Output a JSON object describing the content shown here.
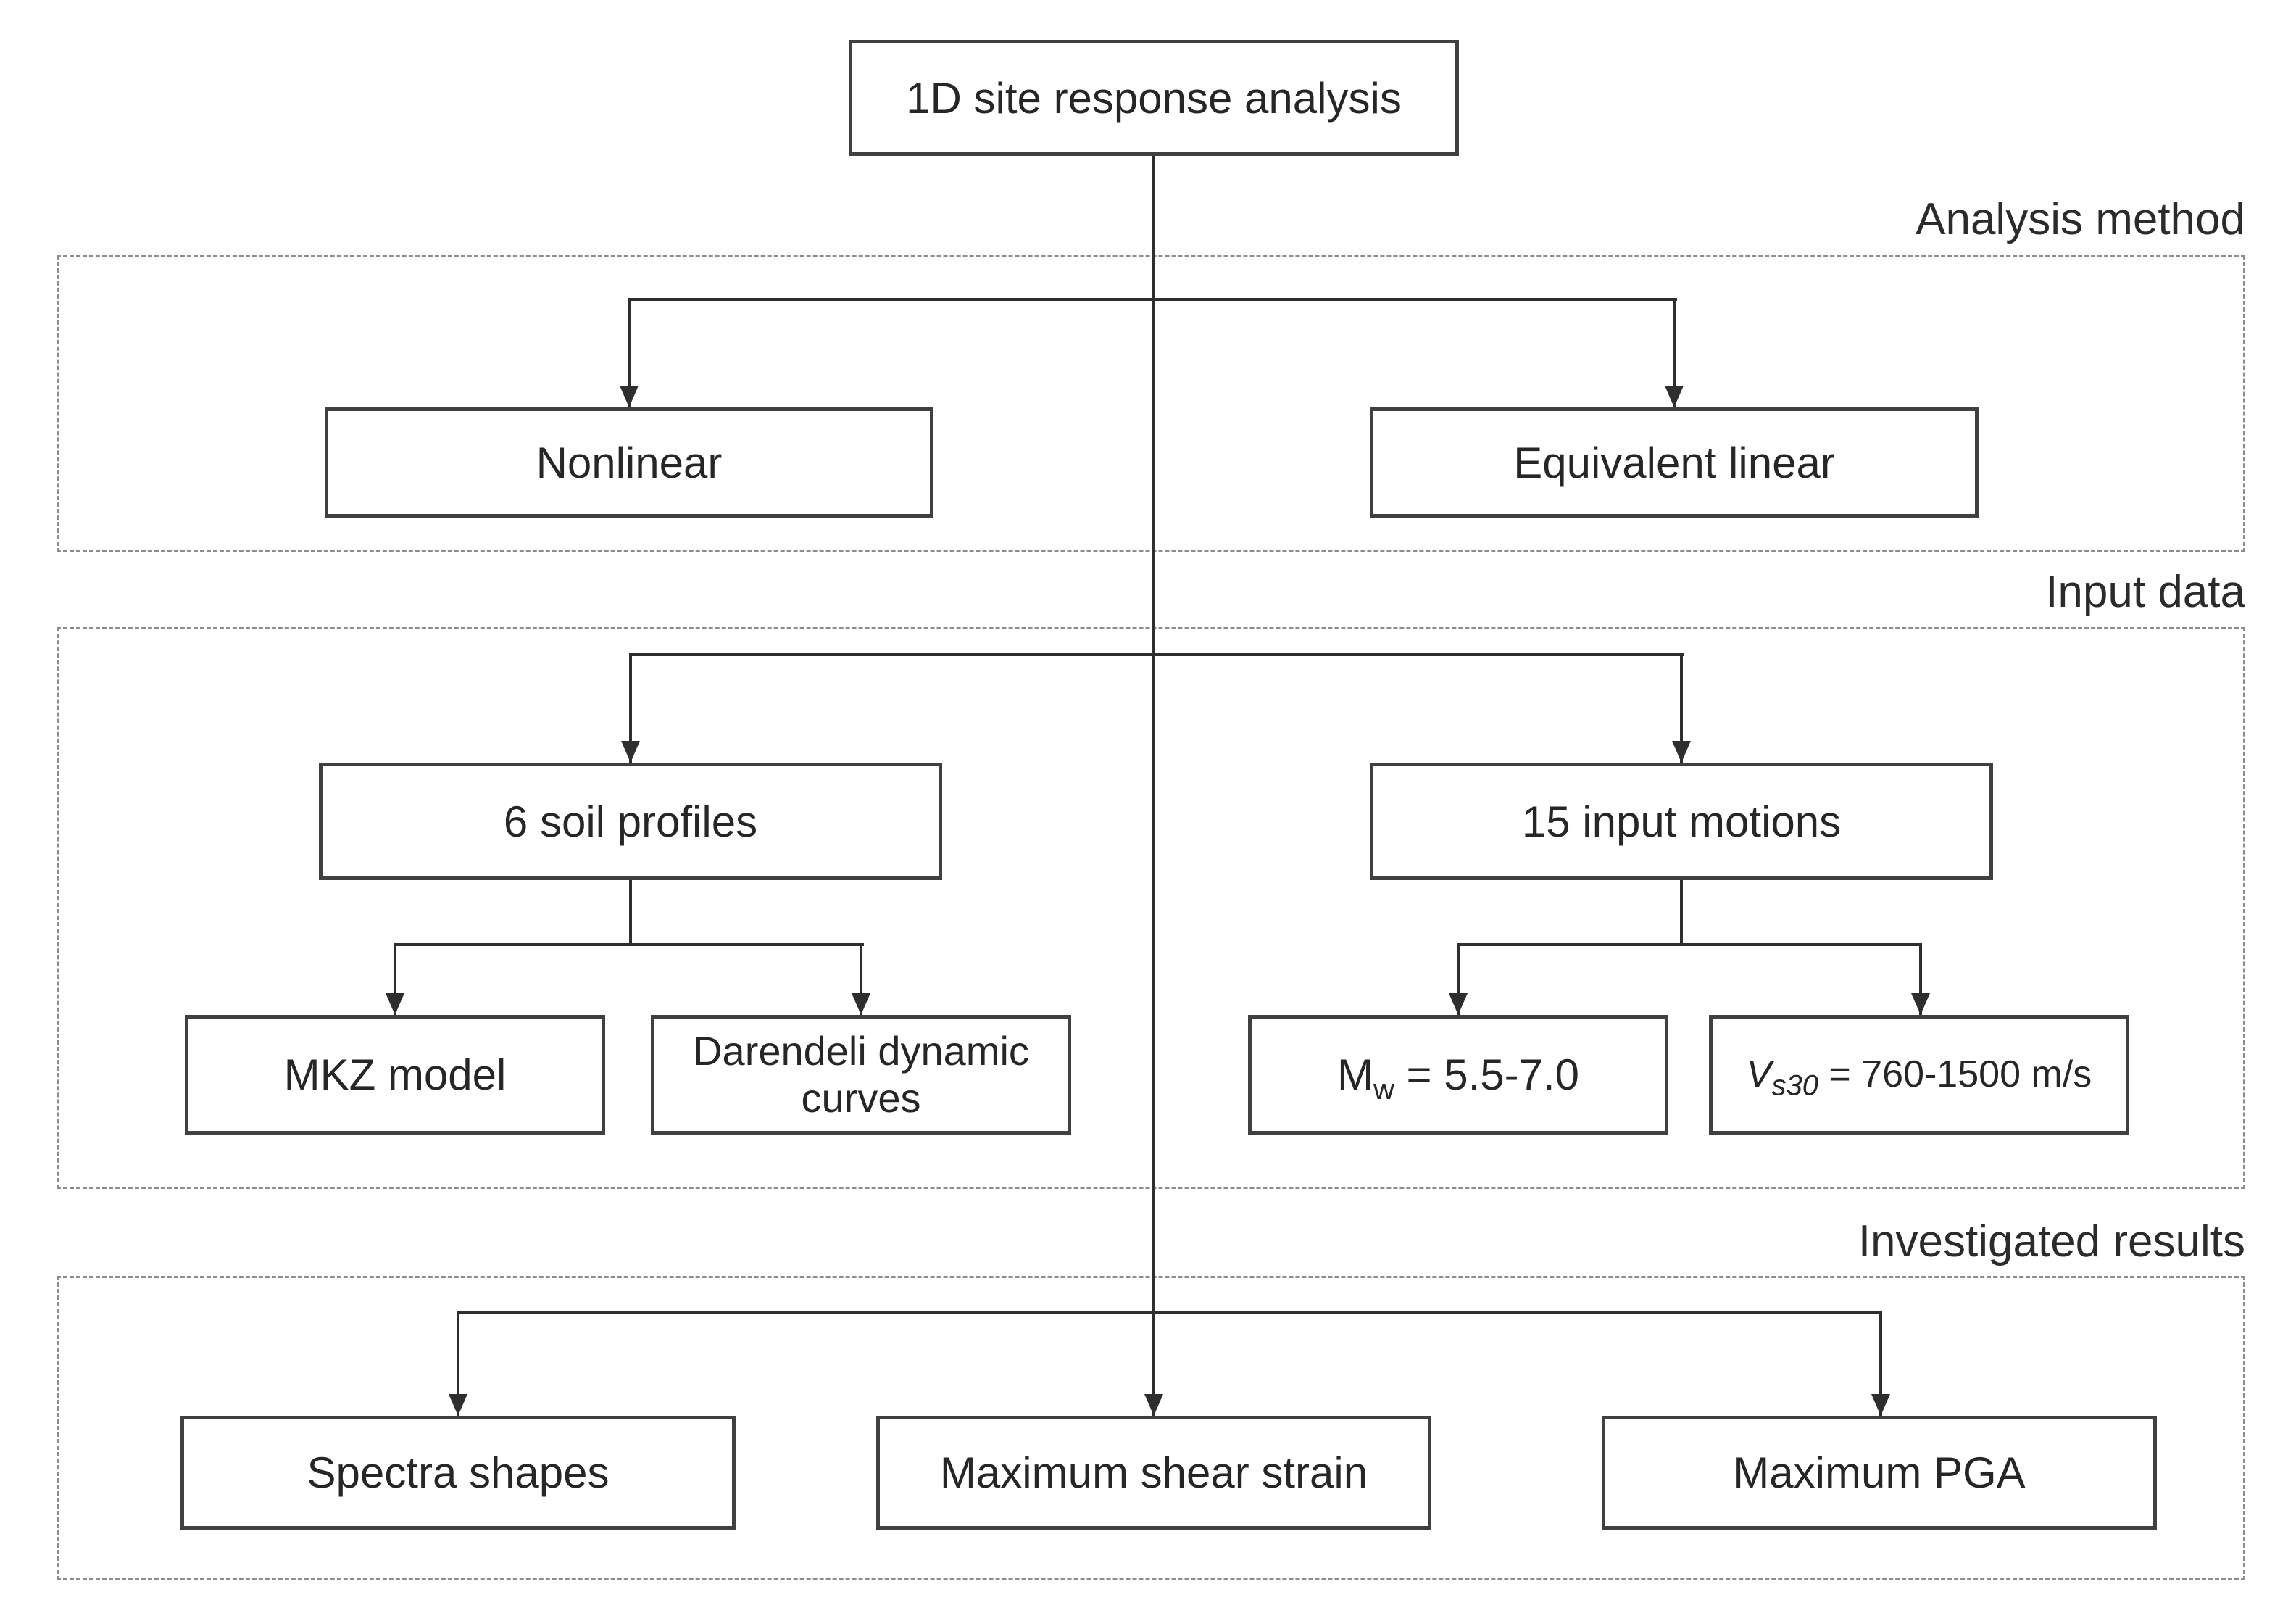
{
  "figure": {
    "title": "1D site response analysis",
    "sections": [
      {
        "label": "Analysis method",
        "nodes": [
          {
            "label": "Nonlinear"
          },
          {
            "label": "Equivalent linear"
          }
        ]
      },
      {
        "label": "Input data",
        "nodes": [
          {
            "label": "6 soil profiles",
            "children": [
              {
                "label": "MKZ model"
              },
              {
                "label": "Darendeli dynamic curves"
              }
            ]
          },
          {
            "label": "15 input motions",
            "children": [
              {
                "base": "M",
                "sub": "w",
                "rest": " = 5.5-7.0"
              },
              {
                "base": "V",
                "sub": "s30",
                "rest": " = 760-1500 m/s"
              }
            ]
          }
        ]
      },
      {
        "label": "Investigated results",
        "nodes": [
          {
            "label": "Spectra shapes"
          },
          {
            "label": "Maximum shear strain"
          },
          {
            "label": "Maximum PGA"
          }
        ]
      }
    ],
    "colors": {
      "line": "#2e2e2e",
      "box_border": "#404040",
      "dashed_border": "#8c8c8c",
      "text": "#262626",
      "background": "#ffffff"
    }
  }
}
